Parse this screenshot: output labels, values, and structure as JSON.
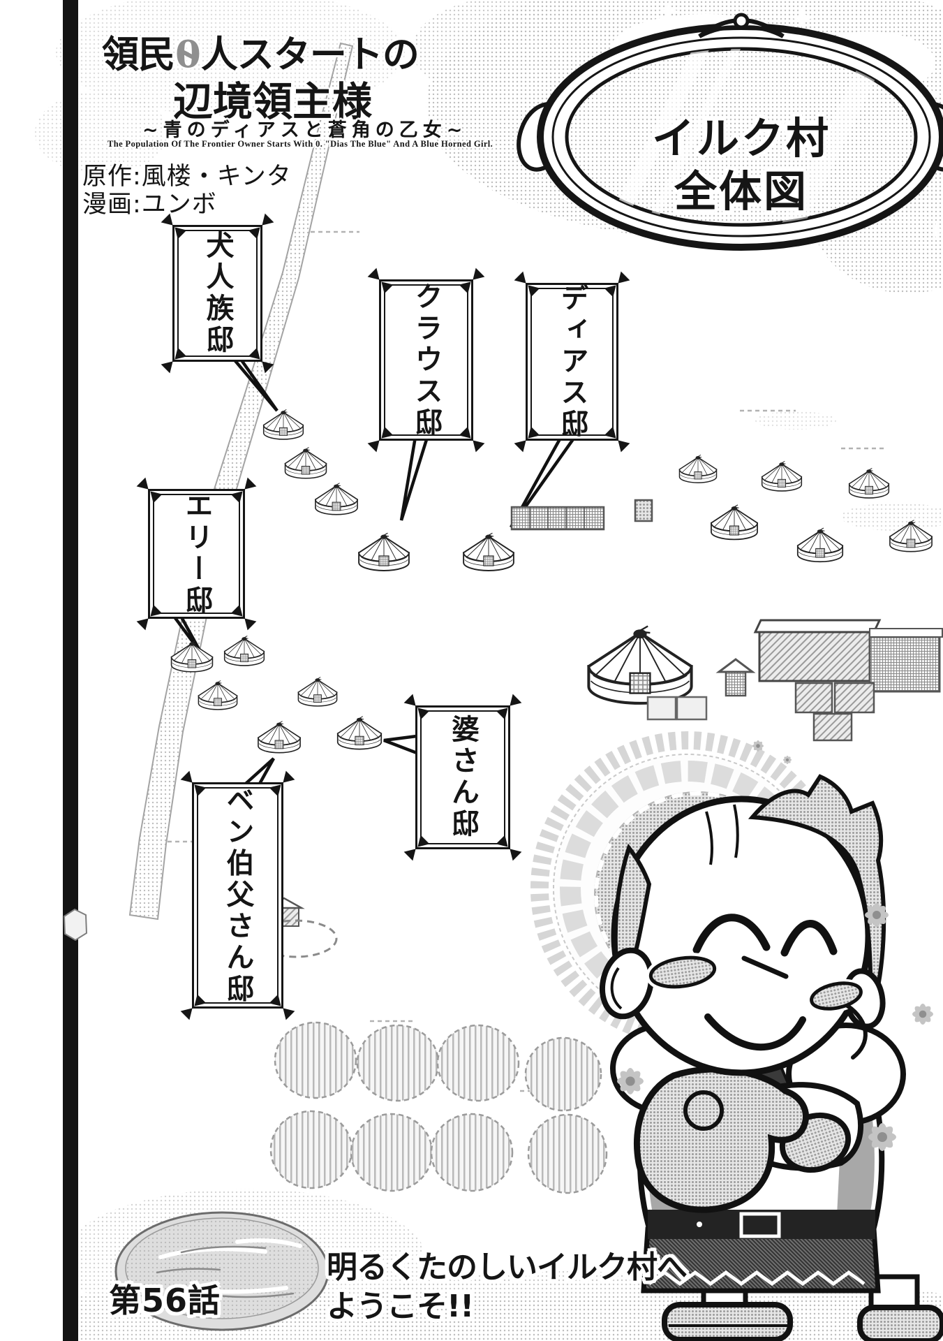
{
  "colors": {
    "ink": "#151515",
    "halftone": "#bfbfbf",
    "paper": "#ffffff"
  },
  "title": {
    "l1_pre": "領民",
    "l1_zero": "0",
    "l1_post": "人スタートの",
    "l2": "辺境領主様",
    "subtitle": "~青のディアスと蒼角の乙女~",
    "subtitle_en": "The Population Of The Frontier Owner Starts With 0. \"Dias The Blue\" And A Blue Horned Girl.",
    "credit_original": "原作:風楼・キンタ",
    "credit_manga": "漫画:ユンボ"
  },
  "map": {
    "medallion": {
      "line1": "イルク村",
      "line2": "全体図"
    },
    "labels": [
      {
        "id": "dog-people-house",
        "text": "犬人族邸"
      },
      {
        "id": "klaus-house",
        "text": "クラウス邸"
      },
      {
        "id": "dias-house",
        "text": "ディアス邸"
      },
      {
        "id": "elly-house",
        "text": "エリー邸"
      },
      {
        "id": "granny-house",
        "text": "婆さん邸"
      },
      {
        "id": "uncle-ben-house",
        "text": "ベン伯父さん邸"
      }
    ],
    "features": [
      "yurt-tent",
      "large-yurt",
      "storehouse",
      "lattice-fence",
      "crates",
      "well-hut",
      "animal-pen",
      "doily-rug",
      "crop-fields",
      "pond",
      "river",
      "sparkle-stars",
      "flowers"
    ]
  },
  "footer": {
    "caption_line1": "明るくたのしいイルク村へ",
    "caption_line2": "ようこそ!!",
    "episode": "第56話"
  }
}
